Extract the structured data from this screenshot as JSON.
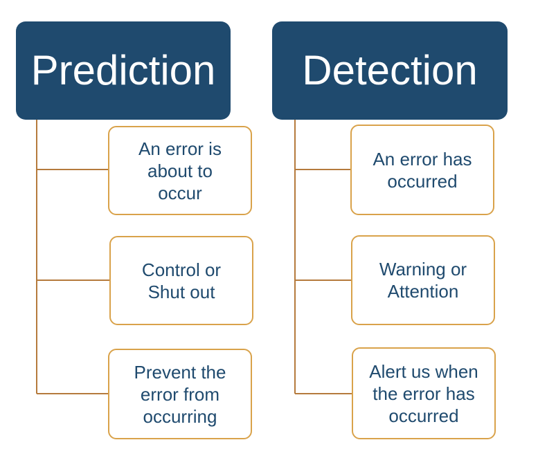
{
  "diagram": {
    "left": {
      "title": "Prediction",
      "items": [
        "An error is\nabout to\noccur",
        "Control or\nShut out",
        "Prevent the\nerror from\noccurring"
      ]
    },
    "right": {
      "title": "Detection",
      "items": [
        "An error has\noccurred",
        "Warning or\nAttention",
        "Alert us when\nthe error has\noccurred"
      ]
    },
    "colors": {
      "header_bg": "#1f4a6e",
      "header_text": "#ffffff",
      "card_border": "#d9a24a",
      "card_text": "#1f4a6e",
      "connector": "#b57a3c"
    }
  }
}
